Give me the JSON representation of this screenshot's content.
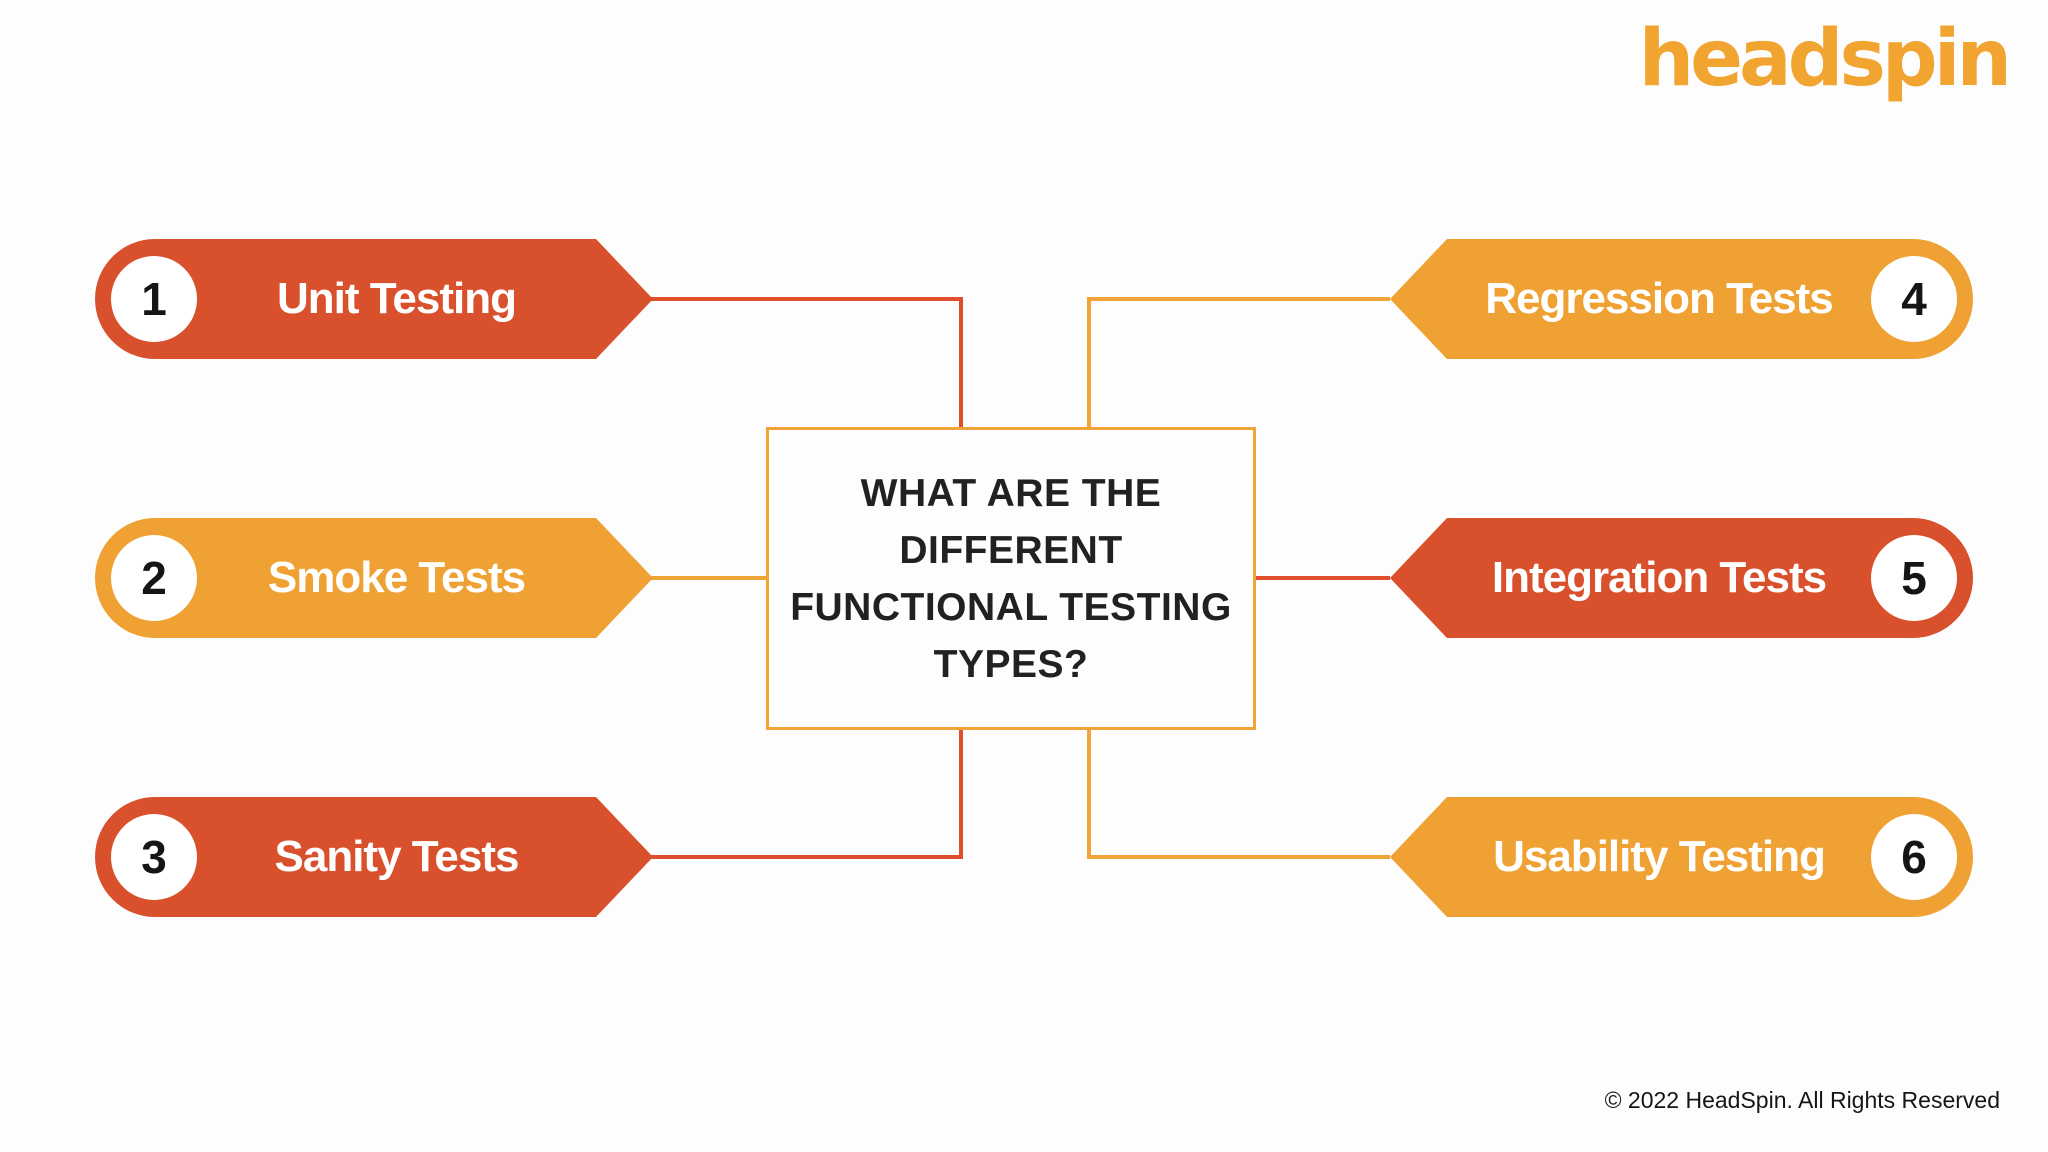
{
  "logo": {
    "text": "headspin"
  },
  "title": {
    "full_text": "WHAT ARE THE DIFFERENT FUNCTIONAL TESTING TYPES?",
    "lines": [
      "WHAT ARE THE",
      "DIFFERENT",
      "FUNCTIONAL TESTING",
      "TYPES?"
    ]
  },
  "nodes": [
    {
      "number": "1",
      "label": "Unit Testing",
      "side": "left",
      "color": "#D9502C"
    },
    {
      "number": "2",
      "label": "Smoke Tests",
      "side": "left",
      "color": "#EFA233"
    },
    {
      "number": "3",
      "label": "Sanity Tests",
      "side": "left",
      "color": "#D9502C"
    },
    {
      "number": "4",
      "label": "Regression Tests",
      "side": "right",
      "color": "#EFA233"
    },
    {
      "number": "5",
      "label": "Integration Tests",
      "side": "right",
      "color": "#D9502C"
    },
    {
      "number": "6",
      "label": "Usability Testing",
      "side": "right",
      "color": "#EFA233"
    }
  ],
  "connector_colors": {
    "red": "#E04E2B",
    "orange": "#F0A437"
  },
  "footer": {
    "copyright": "© 2022 HeadSpin. All Rights Reserved"
  }
}
